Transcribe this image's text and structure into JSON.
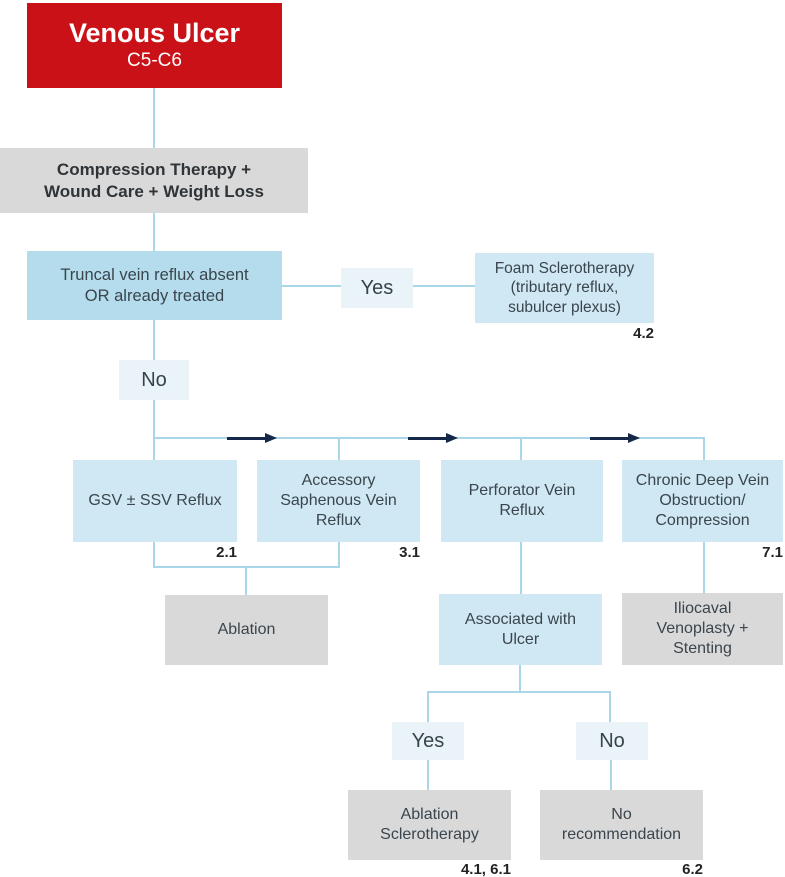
{
  "palette": {
    "red": "#cb1118",
    "gray_box": "#d9d9d9",
    "blue_box_strong": "#b4dcec",
    "blue_box_light": "#cfe8f3",
    "blue_box_pale": "#e9f3f8",
    "connector_line": "#a9d7e8",
    "arrow": "#16284a",
    "text_dark": "#3a454d",
    "text_white": "#ffffff"
  },
  "nodes": {
    "title": {
      "heading": "Venous Ulcer",
      "subheading": "C5-C6"
    },
    "compression": {
      "label": "Compression Therapy +\nWound Care + Weight Loss"
    },
    "truncal": {
      "label": "Truncal vein reflux absent\nOR already treated"
    },
    "yes_top": {
      "label": "Yes"
    },
    "foam": {
      "label": "Foam Sclerotherapy\n(tributary reflux,\nsubulcer plexus)",
      "ref": "4.2"
    },
    "no_top": {
      "label": "No"
    },
    "gsv": {
      "label": "GSV ± SSV Reflux",
      "ref": "2.1"
    },
    "accessory": {
      "label": "Accessory\nSaphenous Vein\nReflux",
      "ref": "3.1"
    },
    "perforator": {
      "label": "Perforator Vein\nReflux"
    },
    "chronic": {
      "label": "Chronic Deep Vein\nObstruction/\nCompression",
      "ref": "7.1"
    },
    "ablation": {
      "label": "Ablation"
    },
    "associated": {
      "label": "Associated with\nUlcer"
    },
    "iliocaval": {
      "label": "Iliocaval\nVenoplasty +\nStenting"
    },
    "yes_bottom": {
      "label": "Yes"
    },
    "no_bottom": {
      "label": "No"
    },
    "ablation_sclero": {
      "label": "Ablation\nSclerotherapy",
      "ref": "4.1, 6.1"
    },
    "no_recommendation": {
      "label": "No\nrecommendation",
      "ref": "6.2"
    }
  }
}
